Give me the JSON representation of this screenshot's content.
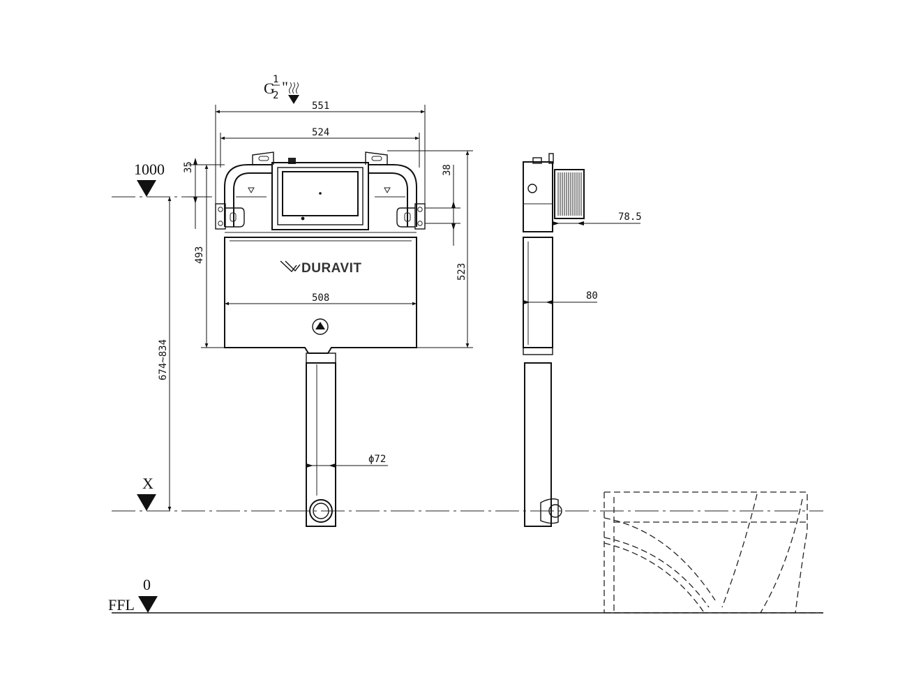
{
  "drawing": {
    "brand": "DURAVIT",
    "water_inlet": {
      "prefix": "G",
      "numerator": "1",
      "denominator": "2",
      "suffix": "\""
    },
    "levels": {
      "top": "1000",
      "outlet": "X",
      "floor_value": "0",
      "floor_label": "FFL"
    },
    "dimensions": {
      "overall_width": "551",
      "frame_width": "524",
      "top_offset": "35",
      "cistern_height": "493",
      "cistern_width": "508",
      "bracket_height": "38",
      "total_height": "523",
      "installation_height": "674~834",
      "pipe_diameter": "ϕ72",
      "inlet_depth": "78.5",
      "cistern_depth": "80"
    }
  }
}
